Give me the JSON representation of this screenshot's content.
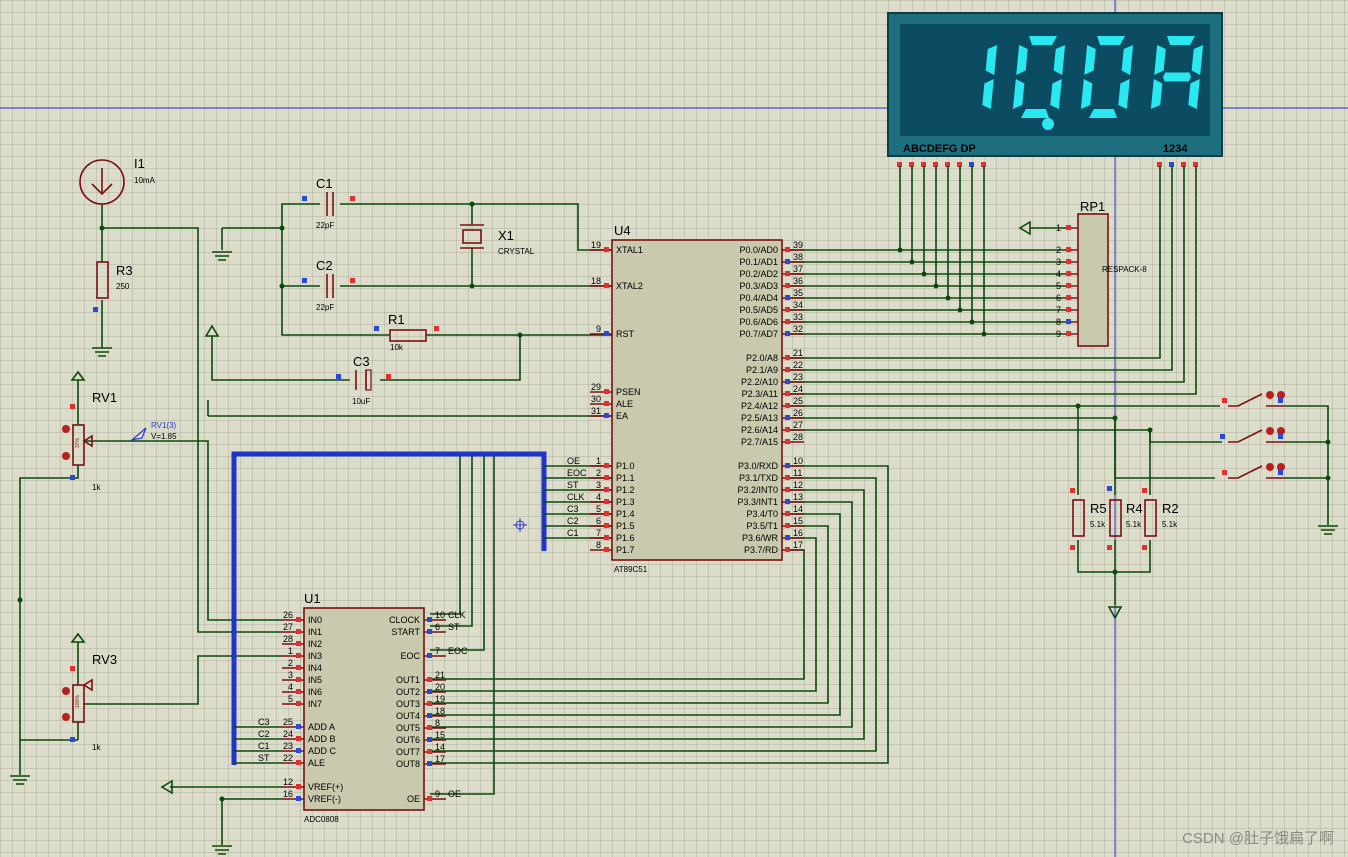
{
  "display": {
    "text": "10.0A",
    "segments_label": "ABCDEFG  DP",
    "digits_label": "1234"
  },
  "components": {
    "i1": {
      "ref": "I1",
      "value": "10mA"
    },
    "r3": {
      "ref": "R3",
      "value": "250"
    },
    "rv1": {
      "ref": "RV1",
      "value": "1k",
      "percent": "37%",
      "probe": "RV1(3)",
      "probe_value": "V=1.85"
    },
    "rv3": {
      "ref": "RV3",
      "value": "1k",
      "percent": "100%"
    },
    "c1": {
      "ref": "C1",
      "value": "22pF"
    },
    "c2": {
      "ref": "C2",
      "value": "22pF"
    },
    "c3": {
      "ref": "C3",
      "value": "10uF"
    },
    "r1": {
      "ref": "R1",
      "value": "10k"
    },
    "x1": {
      "ref": "X1",
      "value": "CRYSTAL"
    },
    "rp1": {
      "ref": "RP1",
      "value": "RESPACK-8"
    },
    "r5": {
      "ref": "R5",
      "value": "5.1k"
    },
    "r4": {
      "ref": "R4",
      "value": "5.1k"
    },
    "r2": {
      "ref": "R2",
      "value": "5.1k"
    }
  },
  "u4": {
    "ref": "U4",
    "part": "AT89C51",
    "left": [
      {
        "pin": "19",
        "name": "XTAL1"
      },
      {
        "pin": "18",
        "name": "XTAL2"
      },
      {
        "pin": "9",
        "name": "RST"
      },
      {
        "pin": "29",
        "name": "PSEN"
      },
      {
        "pin": "30",
        "name": "ALE"
      },
      {
        "pin": "31",
        "name": "EA"
      },
      {
        "pin": "1",
        "name": "P1.0"
      },
      {
        "pin": "2",
        "name": "P1.1"
      },
      {
        "pin": "3",
        "name": "P1.2"
      },
      {
        "pin": "4",
        "name": "P1.3"
      },
      {
        "pin": "5",
        "name": "P1.4"
      },
      {
        "pin": "6",
        "name": "P1.5"
      },
      {
        "pin": "7",
        "name": "P1.6"
      },
      {
        "pin": "8",
        "name": "P1.7"
      }
    ],
    "right": [
      {
        "pin": "39",
        "name": "P0.0/AD0"
      },
      {
        "pin": "38",
        "name": "P0.1/AD1"
      },
      {
        "pin": "37",
        "name": "P0.2/AD2"
      },
      {
        "pin": "36",
        "name": "P0.3/AD3"
      },
      {
        "pin": "35",
        "name": "P0.4/AD4"
      },
      {
        "pin": "34",
        "name": "P0.5/AD5"
      },
      {
        "pin": "33",
        "name": "P0.6/AD6"
      },
      {
        "pin": "32",
        "name": "P0.7/AD7"
      },
      {
        "pin": "21",
        "name": "P2.0/A8"
      },
      {
        "pin": "22",
        "name": "P2.1/A9"
      },
      {
        "pin": "23",
        "name": "P2.2/A10"
      },
      {
        "pin": "24",
        "name": "P2.3/A11"
      },
      {
        "pin": "25",
        "name": "P2.4/A12"
      },
      {
        "pin": "26",
        "name": "P2.5/A13"
      },
      {
        "pin": "27",
        "name": "P2.6/A14"
      },
      {
        "pin": "28",
        "name": "P2.7/A15"
      },
      {
        "pin": "10",
        "name": "P3.0/RXD"
      },
      {
        "pin": "11",
        "name": "P3.1/TXD"
      },
      {
        "pin": "12",
        "name": "P3.2/INT0"
      },
      {
        "pin": "13",
        "name": "P3.3/INT1"
      },
      {
        "pin": "14",
        "name": "P3.4/T0"
      },
      {
        "pin": "15",
        "name": "P3.5/T1"
      },
      {
        "pin": "16",
        "name": "P3.6/WR"
      },
      {
        "pin": "17",
        "name": "P3.7/RD"
      }
    ],
    "p1_nets": [
      "OE",
      "EOC",
      "ST",
      "CLK",
      "C3",
      "C2",
      "C1"
    ]
  },
  "u1": {
    "ref": "U1",
    "part": "ADC0808",
    "left": [
      {
        "pin": "26",
        "name": "IN0"
      },
      {
        "pin": "27",
        "name": "IN1"
      },
      {
        "pin": "28",
        "name": "IN2"
      },
      {
        "pin": "1",
        "name": "IN3"
      },
      {
        "pin": "2",
        "name": "IN4"
      },
      {
        "pin": "3",
        "name": "IN5"
      },
      {
        "pin": "4",
        "name": "IN6"
      },
      {
        "pin": "5",
        "name": "IN7"
      },
      {
        "pin": "25",
        "name": "ADD A"
      },
      {
        "pin": "24",
        "name": "ADD B"
      },
      {
        "pin": "23",
        "name": "ADD C"
      },
      {
        "pin": "22",
        "name": "ALE"
      },
      {
        "pin": "12",
        "name": "VREF(+)"
      },
      {
        "pin": "16",
        "name": "VREF(-)"
      }
    ],
    "addr_nets": [
      "C3",
      "C2",
      "C1",
      "ST"
    ],
    "right_top": [
      {
        "pin": "10",
        "name": "CLOCK",
        "net": "CLK"
      },
      {
        "pin": "6",
        "name": "START",
        "net": "ST"
      },
      {
        "pin": "7",
        "name": "EOC",
        "net": "EOC"
      }
    ],
    "outs": [
      {
        "pin": "21",
        "name": "OUT1"
      },
      {
        "pin": "20",
        "name": "OUT2"
      },
      {
        "pin": "19",
        "name": "OUT3"
      },
      {
        "pin": "18",
        "name": "OUT4"
      },
      {
        "pin": "8",
        "name": "OUT5"
      },
      {
        "pin": "15",
        "name": "OUT6"
      },
      {
        "pin": "14",
        "name": "OUT7"
      },
      {
        "pin": "17",
        "name": "OUT8"
      }
    ],
    "oe": {
      "pin": "9",
      "name": "OE",
      "net": "OE"
    }
  },
  "rp1_pins": [
    "1",
    "2",
    "3",
    "4",
    "5",
    "6",
    "7",
    "8",
    "9"
  ],
  "watermark": "CSDN @肚子饿扁了啊"
}
